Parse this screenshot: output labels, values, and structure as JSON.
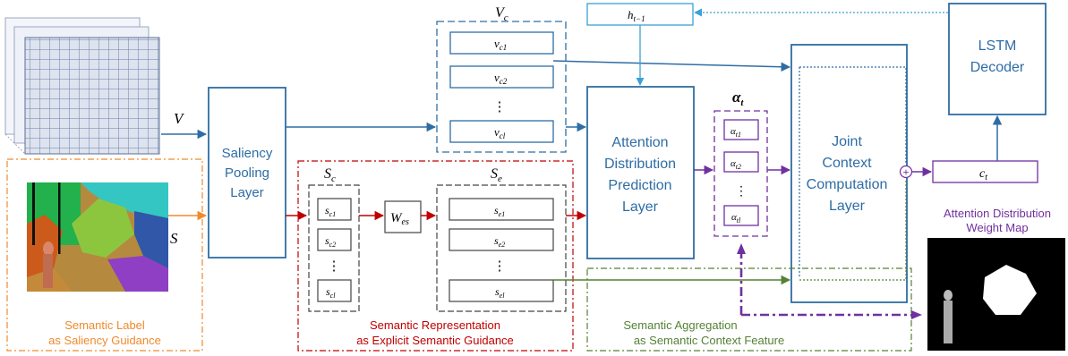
{
  "inputs": {
    "v_symbol": "V",
    "s_symbol": "S"
  },
  "semantic_label_box": {
    "caption_line1": "Semantic Label",
    "caption_line2": "as Saliency Guidance"
  },
  "saliency_pooling": {
    "line1": "Saliency",
    "line2": "Pooling",
    "line3": "Layer"
  },
  "visual_features": {
    "title": "V",
    "title_sub": "c",
    "items": [
      {
        "base": "v",
        "sub": "c1"
      },
      {
        "base": "v",
        "sub": "c2"
      },
      {
        "base": "v",
        "sub": "cl"
      }
    ],
    "ellipsis": "⋮"
  },
  "hidden_state": {
    "base": "h",
    "sub": "t−1"
  },
  "semantic_representation": {
    "sc_title": "S",
    "sc_title_sub": "c",
    "se_title": "S",
    "se_title_sub": "e",
    "sc_items": [
      {
        "base": "s",
        "sub": "c1"
      },
      {
        "base": "s",
        "sub": "c2"
      },
      {
        "base": "s",
        "sub": "cl"
      }
    ],
    "se_items": [
      {
        "base": "s",
        "sub": "e1"
      },
      {
        "base": "s",
        "sub": "e2"
      },
      {
        "base": "s",
        "sub": "el"
      }
    ],
    "weight": {
      "base": "W",
      "sub": "es"
    },
    "ellipsis": "⋮",
    "caption_line1": "Semantic Representation",
    "caption_line2": "as Explicit Semantic Guidance"
  },
  "attention_prediction": {
    "line1": "Attention",
    "line2": "Distribution",
    "line3": "Prediction",
    "line4": "Layer"
  },
  "alpha": {
    "title": "α",
    "title_sub": "t",
    "items": [
      {
        "base": "α",
        "sub": "t1"
      },
      {
        "base": "α",
        "sub": "t2"
      },
      {
        "base": "α",
        "sub": "tl"
      }
    ],
    "ellipsis": "⋮"
  },
  "joint_context": {
    "line1": "Joint",
    "line2": "Context",
    "line3": "Computation",
    "line4": "Layer"
  },
  "lstm": {
    "line1": "LSTM",
    "line2": "Decoder"
  },
  "context_vector": {
    "base": "c",
    "sub": "t"
  },
  "plus_symbol": "+",
  "semantic_aggregation": {
    "caption_line1": "Semantic Aggregation",
    "caption_line2": "as Semantic Context Feature"
  },
  "weight_map": {
    "title_line1": "Attention Distribution",
    "title_line2": "Weight Map"
  },
  "colors": {
    "blue": "#2e6da4",
    "light_blue": "#3aa0d8",
    "orange": "#f08a2c",
    "red": "#c00000",
    "green": "#548235",
    "purple": "#7030a0",
    "gray_dash": "#444444"
  }
}
